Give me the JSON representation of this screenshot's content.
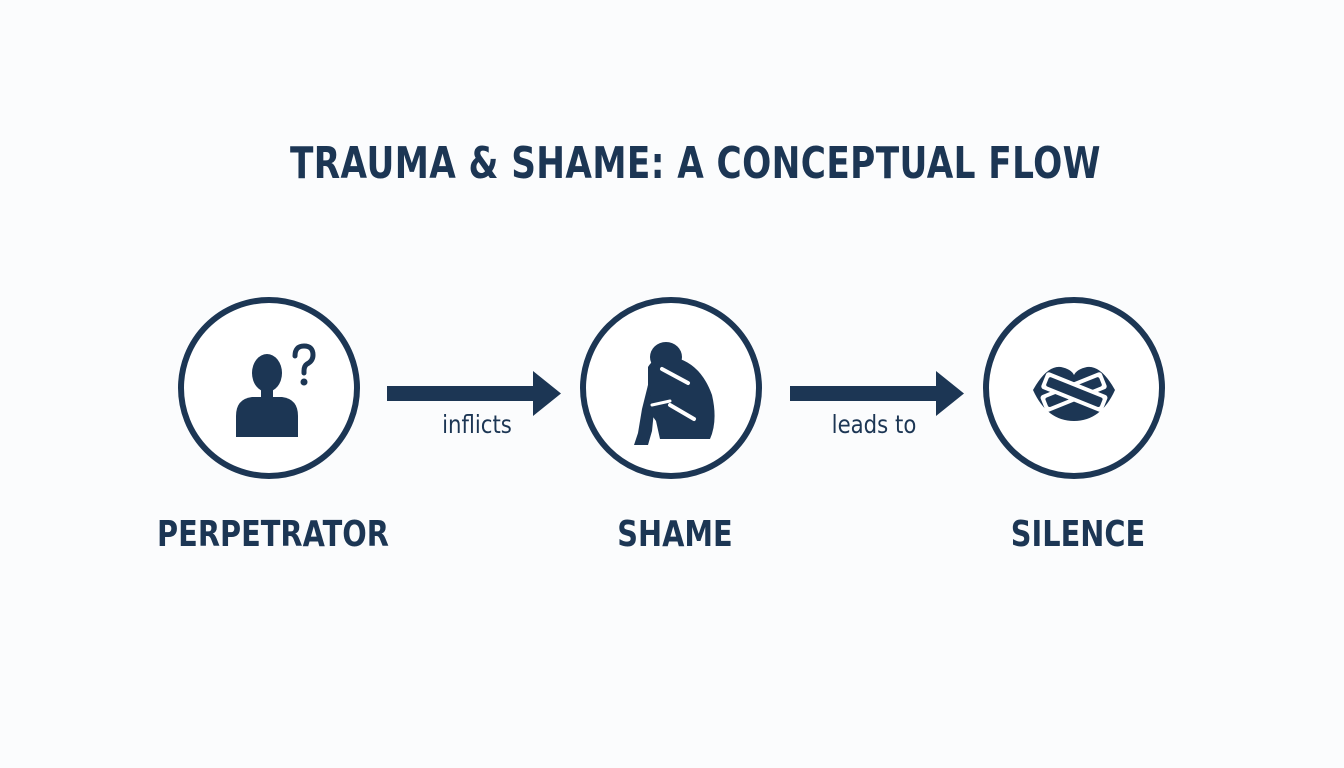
{
  "title": "TRAUMA & SHAME: A CONCEPTUAL FLOW",
  "nodes": [
    {
      "label": "PERPETRATOR",
      "icon": "person-question-icon"
    },
    {
      "label": "SHAME",
      "icon": "huddled-person-icon"
    },
    {
      "label": "SILENCE",
      "icon": "taped-mouth-icon"
    }
  ],
  "edges": [
    {
      "label": "inflicts"
    },
    {
      "label": "leads to"
    }
  ],
  "colors": {
    "primary": "#1c3654",
    "background": "#fbfcfd"
  }
}
